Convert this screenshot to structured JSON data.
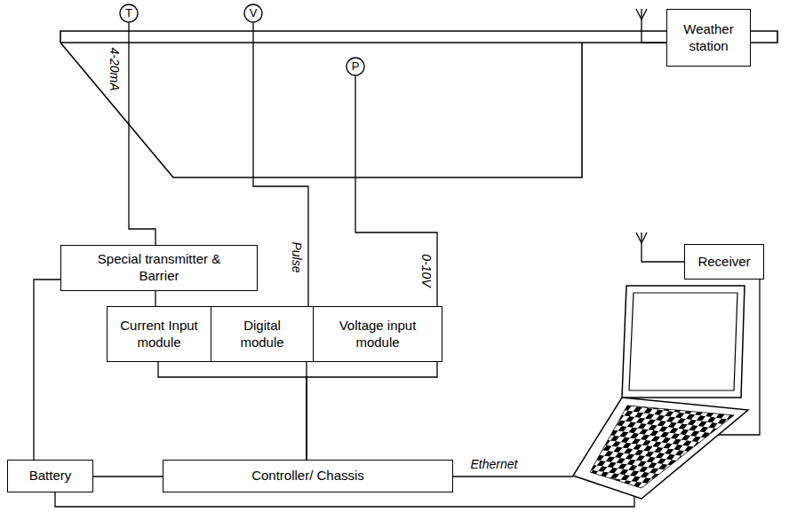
{
  "diagram": {
    "nodes": [
      {
        "text": [
          "T"
        ]
      },
      {
        "text": [
          "V"
        ]
      },
      {
        "text": [
          "P"
        ]
      },
      {
        "text": [
          "Weather station"
        ]
      },
      {
        "text": [
          "Special transmitter & Barrier"
        ]
      },
      {
        "text": [
          "Current Input module"
        ]
      },
      {
        "text": [
          "Digital module"
        ]
      },
      {
        "text": [
          "Voltage input module"
        ]
      },
      {
        "text": [
          "Receiver"
        ]
      },
      {
        "text": [
          "Battery"
        ]
      },
      {
        "text": [
          "Controller/ Chassis"
        ]
      }
    ],
    "edges": [
      {
        "from": 0,
        "to": 4,
        "arrow": "none",
        "label": "4-20mA"
      },
      {
        "from": 1,
        "to": 6,
        "arrow": "none",
        "label": "Pulse"
      },
      {
        "from": 2,
        "to": 7,
        "arrow": "none",
        "label": "0-10V"
      },
      {
        "from": 4,
        "to": 5,
        "arrow": "none"
      },
      {
        "from": 5,
        "to": 10,
        "arrow": "none"
      },
      {
        "from": 6,
        "to": 10,
        "arrow": "none"
      },
      {
        "from": 7,
        "to": 10,
        "arrow": "none"
      },
      {
        "from": 9,
        "to": 4,
        "arrow": "none"
      },
      {
        "from": 9,
        "to": 10,
        "arrow": "none"
      }
    ],
    "labels": [
      "Ethernet"
    ]
  }
}
